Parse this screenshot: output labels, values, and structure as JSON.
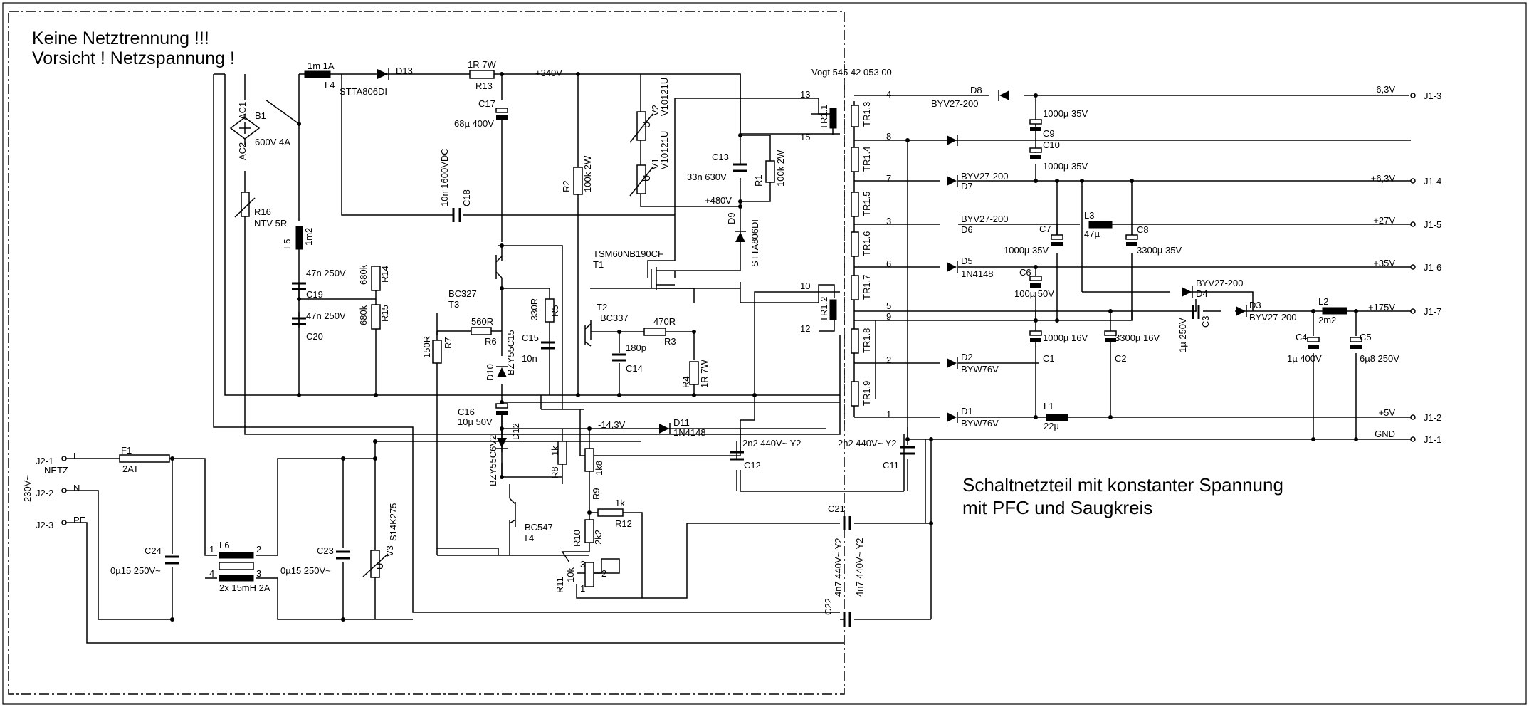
{
  "warning": {
    "line1": "Keine Netztrennung  !!!",
    "line2": "Vorsicht ! Netzspannung !"
  },
  "title": {
    "line1": "Schaltnetzteil mit konstanter Spannung",
    "line2": "mit PFC und Saugkreis"
  },
  "transformer_label": "Vogt 545 42 053 00",
  "labels": [
    {
      "id": "L4",
      "v": "1m 1A"
    },
    {
      "id": "L4n",
      "v": "L4"
    },
    {
      "id": "D13",
      "v": "D13"
    },
    {
      "id": "D13t",
      "v": "STTA806DI"
    },
    {
      "id": "R13v",
      "v": "1R 7W"
    },
    {
      "id": "R13",
      "v": "R13"
    },
    {
      "id": "v340",
      "v": "+340V"
    },
    {
      "id": "B1",
      "v": "B1"
    },
    {
      "id": "B1v",
      "v": "600V 4A"
    },
    {
      "id": "AC1",
      "v": "AC1"
    },
    {
      "id": "AC2",
      "v": "AC2"
    },
    {
      "id": "C17",
      "v": "C17"
    },
    {
      "id": "C17v",
      "v": "68µ 400V"
    },
    {
      "id": "V2",
      "v": "V2"
    },
    {
      "id": "V2t",
      "v": "V10121U"
    },
    {
      "id": "V1",
      "v": "V1"
    },
    {
      "id": "V1t",
      "v": "V10121U"
    },
    {
      "id": "U1",
      "v": "U"
    },
    {
      "id": "U2",
      "v": "U"
    },
    {
      "id": "C13",
      "v": "C13"
    },
    {
      "id": "C13v",
      "v": "33n 630V"
    },
    {
      "id": "R1",
      "v": "R1"
    },
    {
      "id": "R1v",
      "v": "100k 2W"
    },
    {
      "id": "R2",
      "v": "R2"
    },
    {
      "id": "R2v",
      "v": "100k 2W"
    },
    {
      "id": "v480",
      "v": "+480V"
    },
    {
      "id": "C18v",
      "v": "10n 1600VDC"
    },
    {
      "id": "C18",
      "v": "C18"
    },
    {
      "id": "R16",
      "v": "R16"
    },
    {
      "id": "R16v",
      "v": "NTV 5R"
    },
    {
      "id": "L5",
      "v": "L5"
    },
    {
      "id": "L5v",
      "v": "1m2"
    },
    {
      "id": "C19v",
      "v": "47n 250V"
    },
    {
      "id": "C19",
      "v": "C19"
    },
    {
      "id": "C20v",
      "v": "47n 250V"
    },
    {
      "id": "C20",
      "v": "C20"
    },
    {
      "id": "R14",
      "v": "R14"
    },
    {
      "id": "R14v",
      "v": "680k"
    },
    {
      "id": "R15",
      "v": "R15"
    },
    {
      "id": "R15v",
      "v": "680k"
    },
    {
      "id": "D9",
      "v": "D9"
    },
    {
      "id": "D9t",
      "v": "STTA806DI"
    },
    {
      "id": "T1t",
      "v": "TSM60NB190CF"
    },
    {
      "id": "T1",
      "v": "T1"
    },
    {
      "id": "T3t",
      "v": "BC327"
    },
    {
      "id": "T3",
      "v": "T3"
    },
    {
      "id": "R5",
      "v": "R5"
    },
    {
      "id": "R5v",
      "v": "330R"
    },
    {
      "id": "T2",
      "v": "T2"
    },
    {
      "id": "T2t",
      "v": "BC337"
    },
    {
      "id": "R6v",
      "v": "560R"
    },
    {
      "id": "R6",
      "v": "R6"
    },
    {
      "id": "R3v",
      "v": "470R"
    },
    {
      "id": "R3",
      "v": "R3"
    },
    {
      "id": "C15",
      "v": "C15"
    },
    {
      "id": "C15v",
      "v": "10n"
    },
    {
      "id": "C14v",
      "v": "180p"
    },
    {
      "id": "C14",
      "v": "C14"
    },
    {
      "id": "R7v",
      "v": "150R"
    },
    {
      "id": "R7",
      "v": "R7"
    },
    {
      "id": "D10",
      "v": "D10"
    },
    {
      "id": "D10t",
      "v": "BZY55C15"
    },
    {
      "id": "R4",
      "v": "R4"
    },
    {
      "id": "R4v",
      "v": "1R 7W"
    },
    {
      "id": "C16",
      "v": "C16"
    },
    {
      "id": "C16v",
      "v": "10µ 50V"
    },
    {
      "id": "vm143",
      "v": "-14,3V"
    },
    {
      "id": "D11",
      "v": "D11"
    },
    {
      "id": "D11t",
      "v": "1N4148"
    },
    {
      "id": "D12",
      "v": "D12"
    },
    {
      "id": "D12t",
      "v": "BZY55C6V2"
    },
    {
      "id": "R8",
      "v": "R8"
    },
    {
      "id": "R8v",
      "v": "1k"
    },
    {
      "id": "R9",
      "v": "R9"
    },
    {
      "id": "R9v",
      "v": "1k8"
    },
    {
      "id": "R12v",
      "v": "1k"
    },
    {
      "id": "R12",
      "v": "R12"
    },
    {
      "id": "T4t",
      "v": "BC547"
    },
    {
      "id": "T4",
      "v": "T4"
    },
    {
      "id": "R10",
      "v": "R10"
    },
    {
      "id": "R10v",
      "v": "2k2"
    },
    {
      "id": "R11",
      "v": "R11"
    },
    {
      "id": "R11v",
      "v": "10k"
    },
    {
      "id": "p1",
      "v": "1"
    },
    {
      "id": "p2",
      "v": "2"
    },
    {
      "id": "p3",
      "v": "3"
    },
    {
      "id": "C12v",
      "v": "2n2 440V~ Y2"
    },
    {
      "id": "C12",
      "v": "C12"
    },
    {
      "id": "C11v",
      "v": "2n2 440V~ Y2"
    },
    {
      "id": "C11",
      "v": "C11"
    },
    {
      "id": "C21",
      "v": "C21"
    },
    {
      "id": "C21v",
      "v": "4n7 440V~ Y2"
    },
    {
      "id": "C22",
      "v": "C22"
    },
    {
      "id": "C22v",
      "v": "4n7 440V~ Y2"
    },
    {
      "id": "J21",
      "v": "J2-1"
    },
    {
      "id": "J22",
      "v": "J2-2"
    },
    {
      "id": "J23",
      "v": "J2-3"
    },
    {
      "id": "Lbl",
      "v": "L"
    },
    {
      "id": "Nbl",
      "v": "N"
    },
    {
      "id": "PEbl",
      "v": "PE"
    },
    {
      "id": "NETZ",
      "v": "NETZ"
    },
    {
      "id": "v230",
      "v": "230V~"
    },
    {
      "id": "F1",
      "v": "F1"
    },
    {
      "id": "F1v",
      "v": "2AT"
    },
    {
      "id": "C24",
      "v": "C24"
    },
    {
      "id": "C24v",
      "v": "0µ15 250V~"
    },
    {
      "id": "L6",
      "v": "L6"
    },
    {
      "id": "L6v",
      "v": "2x 15mH 2A"
    },
    {
      "id": "L6p1",
      "v": "1"
    },
    {
      "id": "L6p2",
      "v": "2"
    },
    {
      "id": "L6p3",
      "v": "3"
    },
    {
      "id": "L6p4",
      "v": "4"
    },
    {
      "id": "C23",
      "v": "C23"
    },
    {
      "id": "C23v",
      "v": "0µ15 250V~"
    },
    {
      "id": "V3",
      "v": "V3"
    },
    {
      "id": "V3t",
      "v": "S14K275"
    },
    {
      "id": "U3",
      "v": "U"
    },
    {
      "id": "p13",
      "v": "13"
    },
    {
      "id": "p15",
      "v": "15"
    },
    {
      "id": "p10",
      "v": "10"
    },
    {
      "id": "p12",
      "v": "12"
    },
    {
      "id": "p4",
      "v": "4"
    },
    {
      "id": "p8",
      "v": "8"
    },
    {
      "id": "p7",
      "v": "7"
    },
    {
      "id": "pt3",
      "v": "3"
    },
    {
      "id": "p6",
      "v": "6"
    },
    {
      "id": "p5",
      "v": "5"
    },
    {
      "id": "p9",
      "v": "9"
    },
    {
      "id": "pt2",
      "v": "2"
    },
    {
      "id": "pt1",
      "v": "1"
    },
    {
      "id": "TR11",
      "v": "TR1.1"
    },
    {
      "id": "TR12",
      "v": "TR1.2"
    },
    {
      "id": "TR13",
      "v": "TR1.3"
    },
    {
      "id": "TR14",
      "v": "TR1.4"
    },
    {
      "id": "TR15",
      "v": "TR1.5"
    },
    {
      "id": "TR16",
      "v": "TR1.6"
    },
    {
      "id": "TR17",
      "v": "TR1.7"
    },
    {
      "id": "TR18",
      "v": "TR1.8"
    },
    {
      "id": "TR19",
      "v": "TR1.9"
    },
    {
      "id": "D8",
      "v": "D8"
    },
    {
      "id": "D8t",
      "v": "BYV27-200"
    },
    {
      "id": "C9v",
      "v": "1000µ 35V"
    },
    {
      "id": "C9",
      "v": "C9"
    },
    {
      "id": "C10",
      "v": "C10"
    },
    {
      "id": "C10v",
      "v": "1000µ 35V"
    },
    {
      "id": "D7t",
      "v": "BYV27-200"
    },
    {
      "id": "D7",
      "v": "D7"
    },
    {
      "id": "D6t",
      "v": "BYV27-200"
    },
    {
      "id": "D6",
      "v": "D6"
    },
    {
      "id": "C7",
      "v": "C7"
    },
    {
      "id": "C7v",
      "v": "1000µ 35V"
    },
    {
      "id": "L3",
      "v": "L3"
    },
    {
      "id": "L3v",
      "v": "47µ"
    },
    {
      "id": "C8",
      "v": "C8"
    },
    {
      "id": "C8v",
      "v": "3300µ 35V"
    },
    {
      "id": "D5",
      "v": "D5"
    },
    {
      "id": "D5t",
      "v": "1N4148"
    },
    {
      "id": "C6",
      "v": "C6"
    },
    {
      "id": "C6v",
      "v": "100µ 50V"
    },
    {
      "id": "D4t",
      "v": "BYV27-200"
    },
    {
      "id": "D4",
      "v": "D4"
    },
    {
      "id": "D3",
      "v": "D3"
    },
    {
      "id": "D3t",
      "v": "BYV27-200"
    },
    {
      "id": "C3v",
      "v": "1µ 250V"
    },
    {
      "id": "C3",
      "v": "C3"
    },
    {
      "id": "L2",
      "v": "L2"
    },
    {
      "id": "L2v",
      "v": "2m2"
    },
    {
      "id": "C1v",
      "v": "1000µ 16V"
    },
    {
      "id": "C1",
      "v": "C1"
    },
    {
      "id": "C2v",
      "v": "3300µ 16V"
    },
    {
      "id": "C2",
      "v": "C2"
    },
    {
      "id": "C4",
      "v": "C4"
    },
    {
      "id": "C4v",
      "v": "1µ 400V"
    },
    {
      "id": "C5",
      "v": "C5"
    },
    {
      "id": "C5v",
      "v": "6µ8 250V"
    },
    {
      "id": "D2",
      "v": "D2"
    },
    {
      "id": "D2t",
      "v": "BYW76V"
    },
    {
      "id": "D1",
      "v": "D1"
    },
    {
      "id": "D1t",
      "v": "BYW76V"
    },
    {
      "id": "L1",
      "v": "L1"
    },
    {
      "id": "L1v",
      "v": "22µ"
    }
  ],
  "outputs": [
    {
      "voltage": "-6,3V",
      "pin": "J1-3"
    },
    {
      "voltage": "+6,3V",
      "pin": "J1-4"
    },
    {
      "voltage": "+27V",
      "pin": "J1-5"
    },
    {
      "voltage": "+35V",
      "pin": "J1-6"
    },
    {
      "voltage": "+175V",
      "pin": "J1-7"
    },
    {
      "voltage": "+5V",
      "pin": "J1-2"
    },
    {
      "voltage": "GND",
      "pin": "J1-1"
    }
  ]
}
